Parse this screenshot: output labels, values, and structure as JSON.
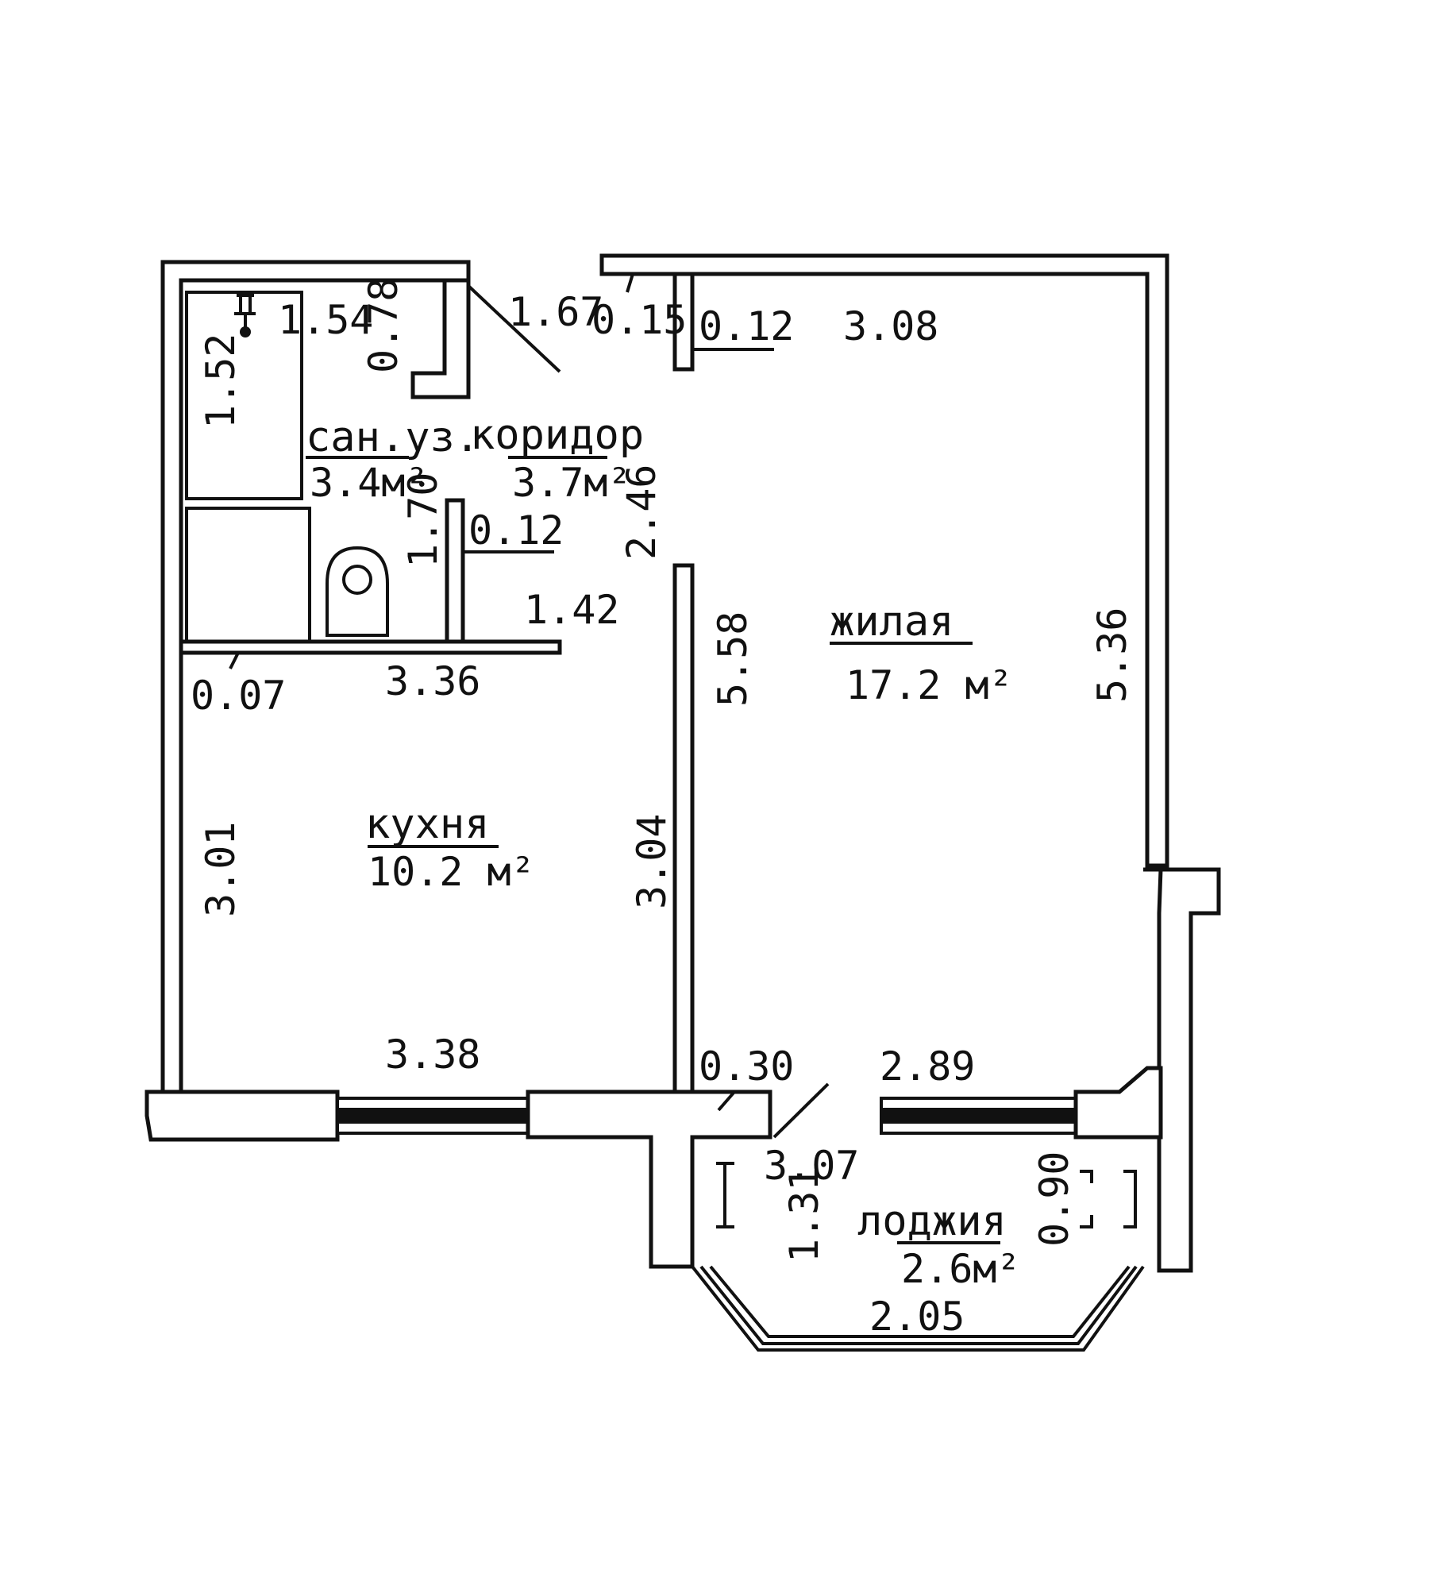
{
  "rooms": {
    "bathroom": {
      "name": "сан.уз.",
      "area": "3.4м²"
    },
    "corridor": {
      "name": "коридор",
      "area": "3.7м²"
    },
    "living": {
      "name": "жилая",
      "area": "17.2 м²"
    },
    "kitchen": {
      "name": "кухня",
      "area": "10.2 м²"
    },
    "loggia": {
      "name": "лоджия",
      "area": "2.6м²"
    }
  },
  "dimensions": {
    "d_1_54": "1.54",
    "d_0_78": "0.78",
    "d_1_67": "1.67",
    "d_0_15": "0.15",
    "d_0_12_top": "0.12",
    "d_3_08": "3.08",
    "d_1_52": "1.52",
    "d_2_46": "2.46",
    "d_1_70": "1.70",
    "d_0_12_mid": "0.12",
    "d_1_42": "1.42",
    "d_0_07": "0.07",
    "d_3_36": "3.36",
    "d_5_58": "5.58",
    "d_5_36": "5.36",
    "d_3_01": "3.01",
    "d_3_04": "3.04",
    "d_3_38": "3.38",
    "d_0_30": "0.30",
    "d_2_89": "2.89",
    "d_3_07": "3.07",
    "d_1_31": "1.31",
    "d_0_90": "0.90",
    "d_2_05": "2.05"
  }
}
